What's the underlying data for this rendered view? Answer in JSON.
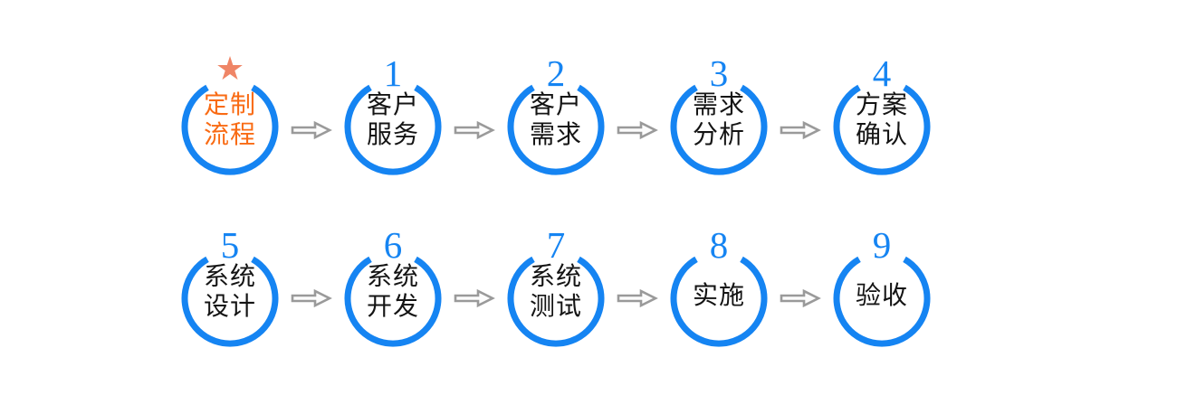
{
  "colors": {
    "ring_blue": "#1584F2",
    "number_blue": "#1584F2",
    "label_dark": "#141414",
    "accent_orange": "#F96B14",
    "star_salmon": "#EF8566",
    "arrow_gray": "#9A9A9A",
    "arrow_fill": "#FCFCFC",
    "background": "#FFFFFF"
  },
  "flow": {
    "rows": [
      {
        "nodes": [
          {
            "badge": "★",
            "badge_type": "star",
            "lines": [
              "定制",
              "流程"
            ],
            "accent": true
          },
          {
            "badge": "1",
            "badge_type": "number",
            "lines": [
              "客户",
              "服务"
            ]
          },
          {
            "badge": "2",
            "badge_type": "number",
            "lines": [
              "客户",
              "需求"
            ]
          },
          {
            "badge": "3",
            "badge_type": "number",
            "lines": [
              "需求",
              "分析"
            ]
          },
          {
            "badge": "4",
            "badge_type": "number",
            "lines": [
              "方案",
              "确认"
            ]
          }
        ]
      },
      {
        "nodes": [
          {
            "badge": "5",
            "badge_type": "number",
            "lines": [
              "系统",
              "设计"
            ]
          },
          {
            "badge": "6",
            "badge_type": "number",
            "lines": [
              "系统",
              "开发"
            ]
          },
          {
            "badge": "7",
            "badge_type": "number",
            "lines": [
              "系统",
              "测试"
            ]
          },
          {
            "badge": "8",
            "badge_type": "number",
            "lines": [
              "实施"
            ]
          },
          {
            "badge": "9",
            "badge_type": "number",
            "lines": [
              "验收"
            ]
          }
        ]
      }
    ]
  }
}
